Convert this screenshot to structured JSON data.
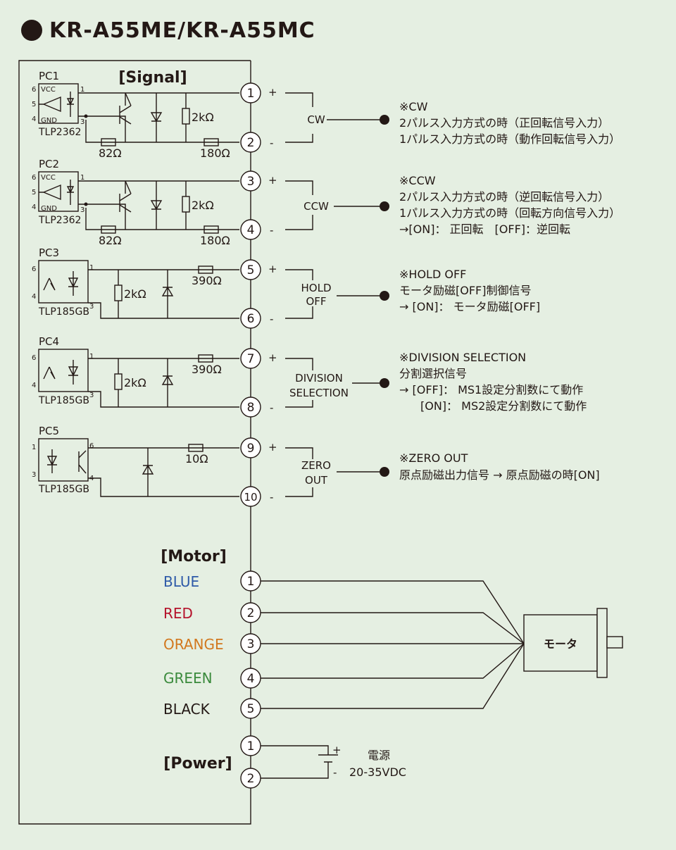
{
  "title": "KR-A55ME/KR-A55MC",
  "colors": {
    "background": "#e5efe2",
    "line": "#231815",
    "blue": "#2e5aa8",
    "red": "#b5122b",
    "orange": "#d2781e",
    "green": "#3a8a3c",
    "black": "#231815"
  },
  "sections": {
    "signal": "[Signal]",
    "motor": "[Motor]",
    "power": "[Power]"
  },
  "pc_blocks": [
    {
      "name": "PC1",
      "part": "TLP2362",
      "vcc": "VCC",
      "gnd": "GND",
      "pin_a": "6",
      "pin_b": "5",
      "pin_c": "4",
      "pin_d": "1",
      "pin_e": "3",
      "res_mid": "2kΩ",
      "res_left": "82Ω",
      "res_right": "180Ω"
    },
    {
      "name": "PC2",
      "part": "TLP2362",
      "vcc": "VCC",
      "gnd": "GND",
      "pin_a": "6",
      "pin_b": "5",
      "pin_c": "4",
      "pin_d": "1",
      "pin_e": "3",
      "res_mid": "2kΩ",
      "res_left": "82Ω",
      "res_right": "180Ω"
    },
    {
      "name": "PC3",
      "part": "TLP185GB",
      "pin_a": "6",
      "pin_c": "4",
      "pin_d": "1",
      "pin_e": "3",
      "res_mid": "2kΩ",
      "res_top": "390Ω"
    },
    {
      "name": "PC4",
      "part": "TLP185GB",
      "pin_a": "6",
      "pin_c": "4",
      "pin_d": "1",
      "pin_e": "3",
      "res_mid": "2kΩ",
      "res_top": "390Ω"
    },
    {
      "name": "PC5",
      "part": "TLP185GB",
      "pin_a": "1",
      "pin_c": "3",
      "pin_d": "6",
      "pin_e": "4",
      "res_top": "10Ω"
    }
  ],
  "signal_pins": [
    "1",
    "2",
    "3",
    "4",
    "5",
    "6",
    "7",
    "8",
    "9",
    "10"
  ],
  "polarity": {
    "plus": "+",
    "minus": "-"
  },
  "signals": [
    {
      "label_lines": [
        "CW"
      ],
      "desc": [
        "※CW",
        "2パルス入力方式の時（正回転信号入力）",
        "1パルス入力方式の時（動作回転信号入力）"
      ]
    },
    {
      "label_lines": [
        "CCW"
      ],
      "desc": [
        "※CCW",
        "2パルス入力方式の時（逆回転信号入力）",
        "1パルス入力方式の時（回転方向信号入力）",
        "→[ON]： 正回転　[OFF]：逆回転"
      ]
    },
    {
      "label_lines": [
        "HOLD",
        "OFF"
      ],
      "desc": [
        "※HOLD OFF",
        "モータ励磁[OFF]制御信号",
        "→ [ON]： モータ励磁[OFF]"
      ]
    },
    {
      "label_lines": [
        "DIVISION",
        "SELECTION"
      ],
      "desc": [
        "※DIVISION SELECTION",
        "分割選択信号",
        "→ [OFF]： MS1設定分割数にて動作",
        "[ON]： MS2設定分割数にて動作"
      ]
    },
    {
      "label_lines": [
        "ZERO",
        "OUT"
      ],
      "desc": [
        "※ZERO OUT",
        "原点励磁出力信号 → 原点励磁の時[ON]"
      ]
    }
  ],
  "motor": {
    "pins": [
      "1",
      "2",
      "3",
      "4",
      "5"
    ],
    "wires": [
      "BLUE",
      "RED",
      "ORANGE",
      "GREEN",
      "BLACK"
    ],
    "label": "モータ"
  },
  "power": {
    "pins": [
      "1",
      "2"
    ],
    "label": "電源",
    "voltage": "20-35VDC",
    "plus": "+",
    "minus": "-"
  }
}
